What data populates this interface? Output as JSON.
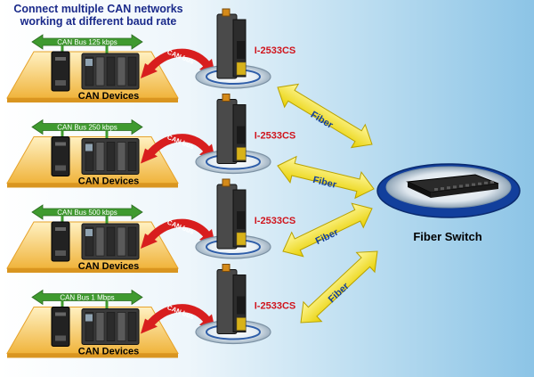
{
  "title_lines": [
    "Connect multiple CAN networks",
    "working at different baud rate"
  ],
  "colors": {
    "background_left": "#ffffff",
    "background_right": "#8cc4e6",
    "title": "#1a2a8a",
    "tray_fill": "#f5c45a",
    "bus_arrow": "#3f9a2f",
    "can_arrow": "#d81e1e",
    "fiber_arrow": "#f0e010",
    "switch_base": "#123f9c"
  },
  "groups": [
    {
      "bus_label": "CAN Bus 125 kbps",
      "devices_label": "CAN Devices",
      "can_arrow_label": "CAN bus",
      "converter_label": "I-2533CS",
      "fiber_label": "Fiber"
    },
    {
      "bus_label": "CAN Bus 250 kbps",
      "devices_label": "CAN Devices",
      "can_arrow_label": "CAN bus",
      "converter_label": "I-2533CS",
      "fiber_label": "Fiber"
    },
    {
      "bus_label": "CAN Bus 500 kbps",
      "devices_label": "CAN Devices",
      "can_arrow_label": "CAN bus",
      "converter_label": "I-2533CS",
      "fiber_label": "Fiber"
    },
    {
      "bus_label": "CAN Bus 1 Mbps",
      "devices_label": "CAN Devices",
      "can_arrow_label": "CAN bus",
      "converter_label": "I-2533CS",
      "fiber_label": "Fiber"
    }
  ],
  "switch_label": "Fiber Switch"
}
